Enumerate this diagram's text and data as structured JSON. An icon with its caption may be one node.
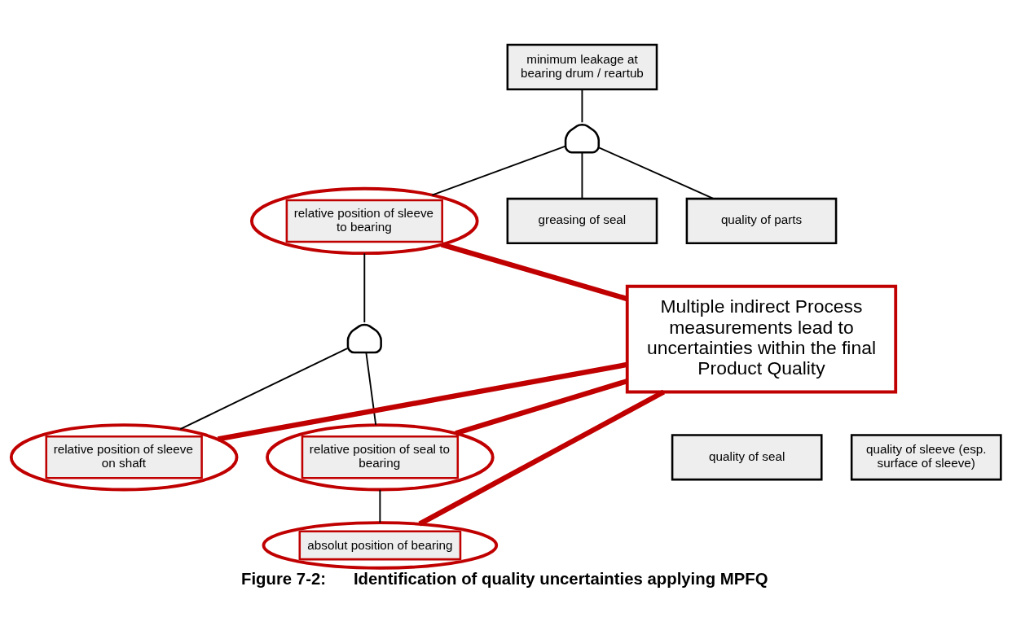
{
  "diagram": {
    "caption": "Figure 7-2:      Identification of quality uncertainties applying MPFQ",
    "nodes": [
      {
        "text": [
          "minimum leakage at bearing drum / reartub"
        ]
      },
      {
        "text": [],
        "shape": "gate"
      },
      {
        "text": [
          "relative position of sleeve to bearing"
        ]
      },
      {
        "text": [
          "greasing of seal"
        ]
      },
      {
        "text": [
          "quality of parts"
        ]
      },
      {
        "text": [],
        "shape": "gate"
      },
      {
        "text": [
          "relative position of sleeve on shaft"
        ]
      },
      {
        "text": [
          "relative position of seal to bearing"
        ]
      },
      {
        "text": [
          "absolut position of bearing"
        ]
      },
      {
        "text": [
          "quality of seal"
        ]
      },
      {
        "text": [
          "quality of sleeve (esp. surface of sleeve)"
        ]
      },
      {
        "text": [
          "Multiple indirect Process measurements lead to uncertainties within the final Product Quality"
        ]
      }
    ],
    "edges": [
      {
        "from": 0,
        "to": 1,
        "arrow": "none"
      },
      {
        "from": 1,
        "to": 2,
        "arrow": "none"
      },
      {
        "from": 1,
        "to": 3,
        "arrow": "none"
      },
      {
        "from": 1,
        "to": 4,
        "arrow": "none"
      },
      {
        "from": 2,
        "to": 5,
        "arrow": "none"
      },
      {
        "from": 5,
        "to": 6,
        "arrow": "none"
      },
      {
        "from": 5,
        "to": 7,
        "arrow": "none"
      },
      {
        "from": 7,
        "to": 8,
        "arrow": "none"
      },
      {
        "from": 11,
        "to": 2,
        "arrow": "none",
        "style": "thick",
        "color": "#c00000"
      },
      {
        "from": 11,
        "to": 6,
        "arrow": "none",
        "style": "thick",
        "color": "#c00000"
      },
      {
        "from": 11,
        "to": 7,
        "arrow": "none",
        "style": "thick",
        "color": "#c00000"
      },
      {
        "from": 11,
        "to": 8,
        "arrow": "none",
        "style": "thick",
        "color": "#c00000"
      }
    ]
  }
}
